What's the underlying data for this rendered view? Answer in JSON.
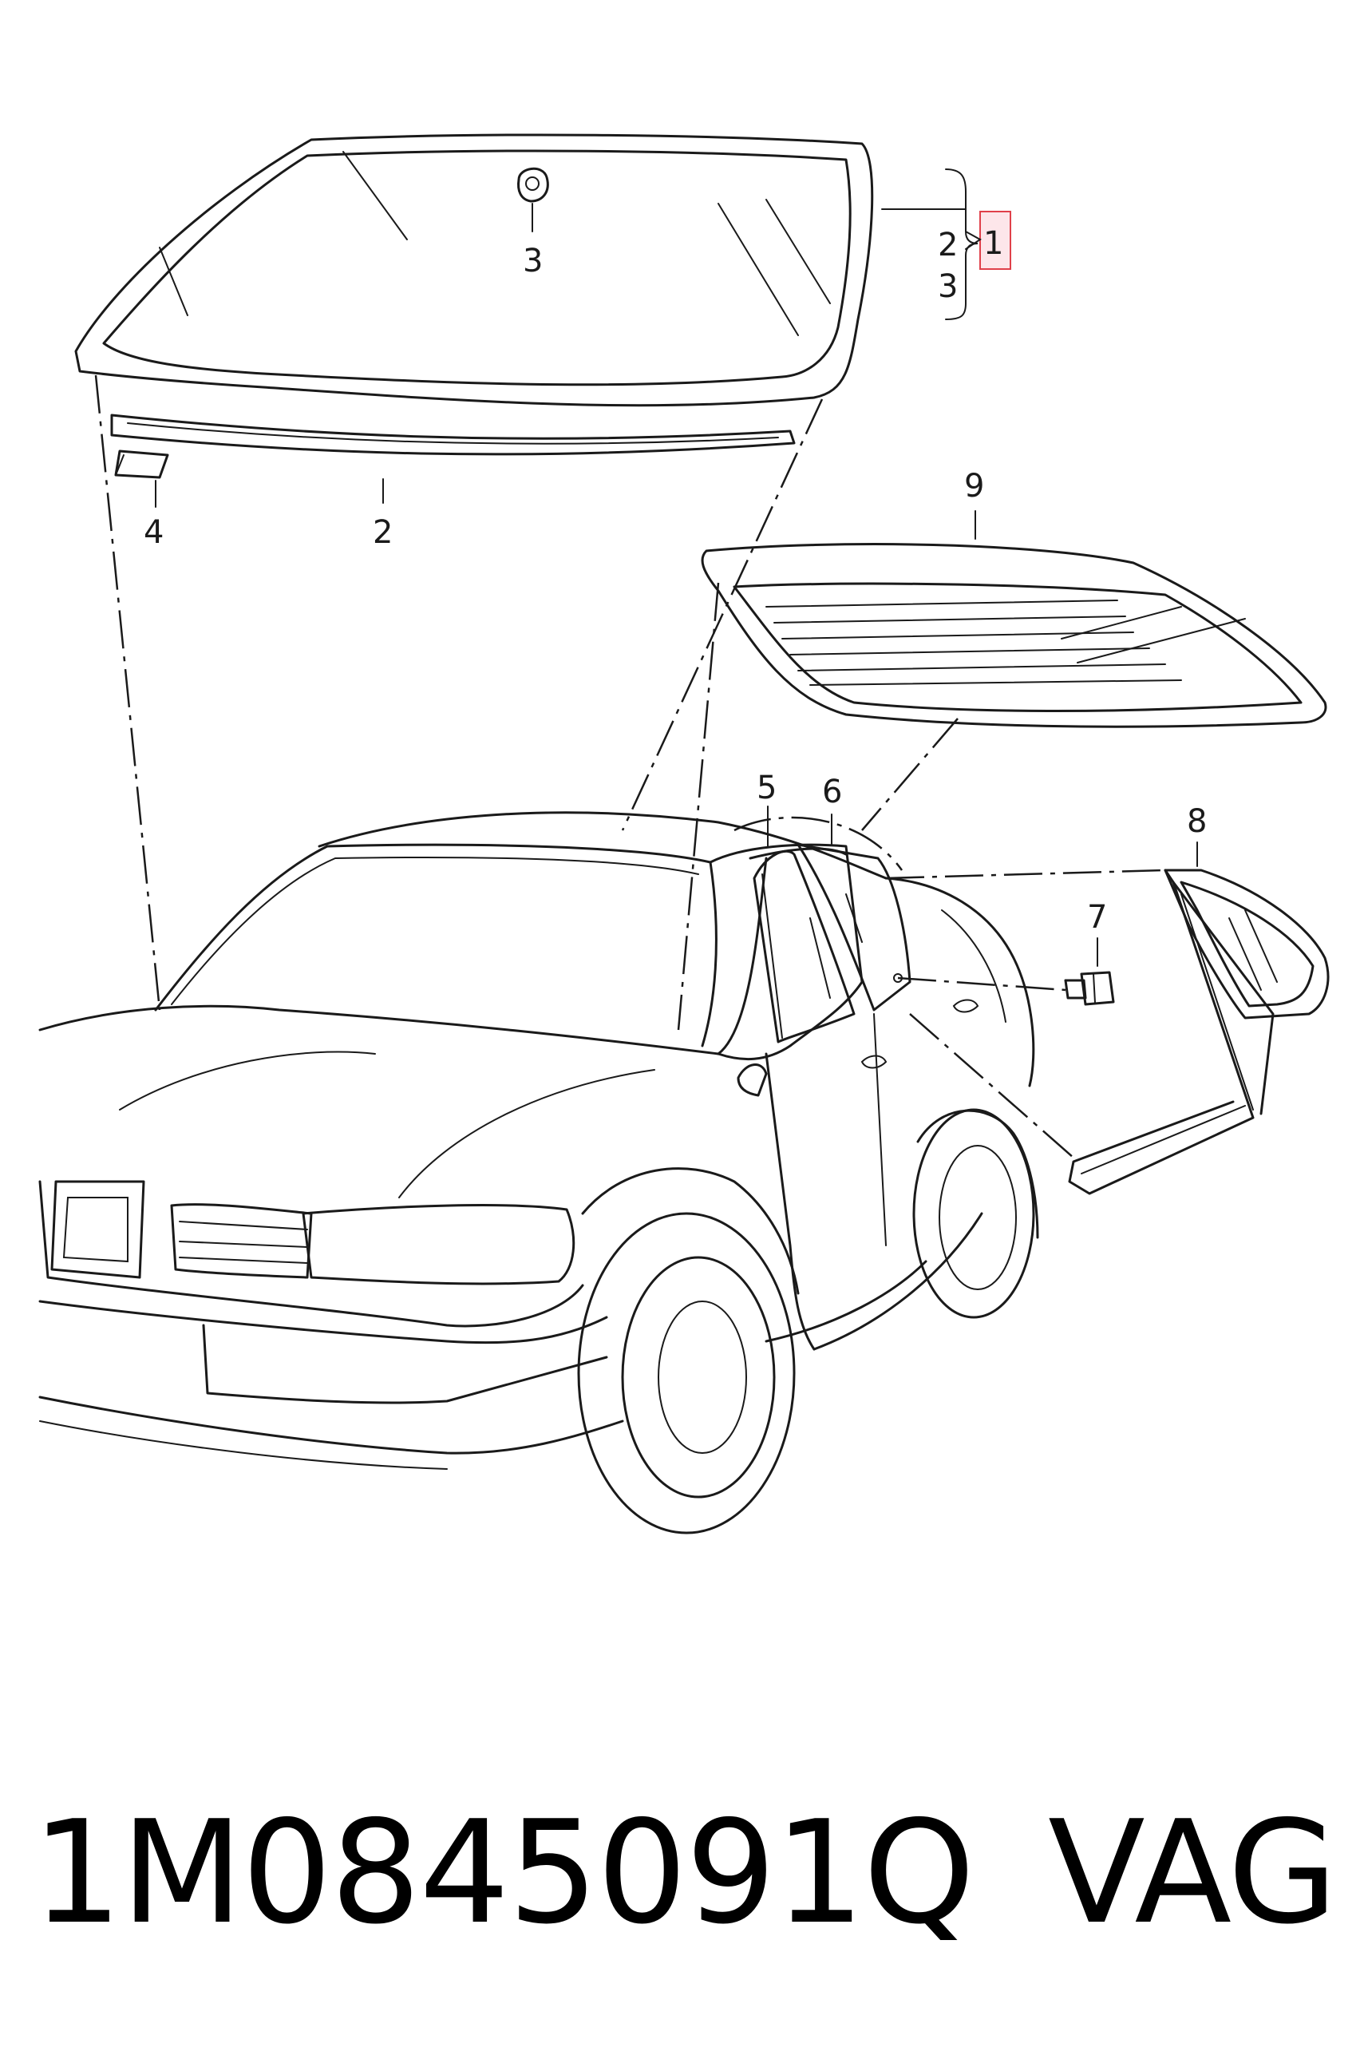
{
  "callouts": {
    "c1": "1",
    "c2a": "2",
    "c3a": "3",
    "c3b": "3",
    "c2b": "2",
    "c4": "4",
    "c5": "5",
    "c6": "6",
    "c7": "7",
    "c8": "8",
    "c9": "9"
  },
  "footer": {
    "part_number": "1M0845091Q",
    "brand": "VAG"
  },
  "colors": {
    "line": "#1a1a1a",
    "highlight_fill": "#fde6ea",
    "highlight_stroke": "#e0404a"
  }
}
